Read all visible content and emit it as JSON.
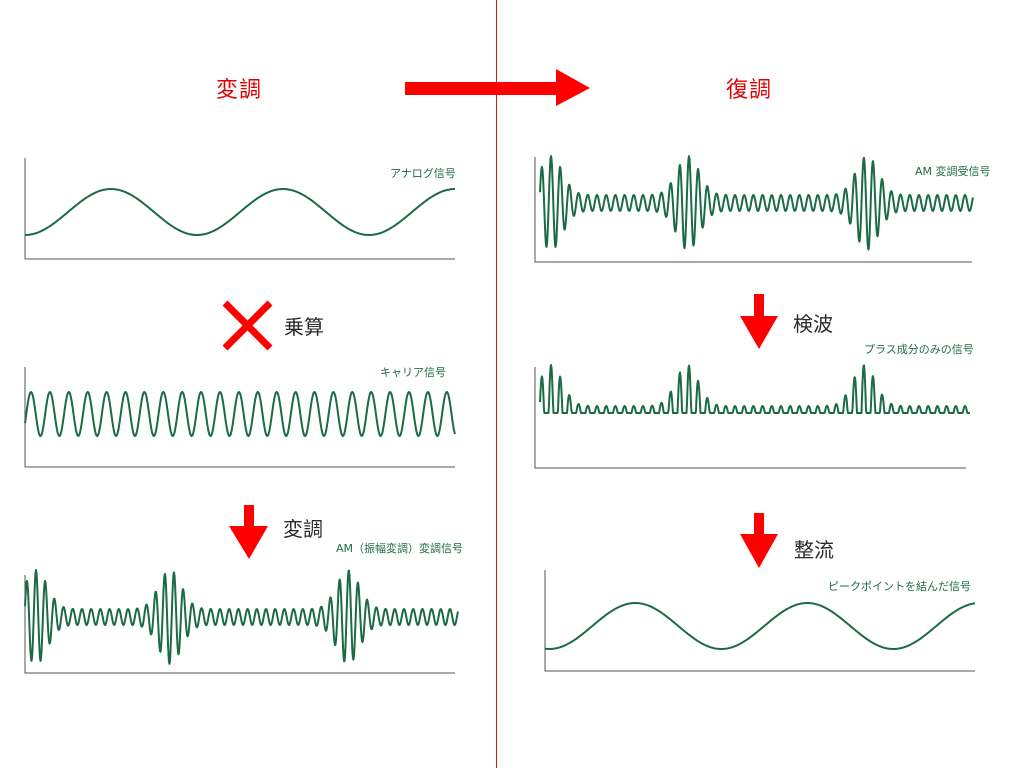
{
  "headings": {
    "modulation": "変調",
    "demodulation": "復調"
  },
  "steps": {
    "multiply": "乗算",
    "modulate": "変調",
    "detect": "検波",
    "rectify": "整流"
  },
  "signals": {
    "analog": "アナログ信号",
    "carrier": "キャリア信号",
    "am_modulated": "AM（振幅変調）変調信号",
    "am_received": "AM 変調受信号",
    "positive_only": "プラス成分のみの信号",
    "peak_connected": "ピークポイントを結んだ信号"
  },
  "icons": {
    "multiply": "multiply-cross-icon",
    "process": "arrow-right-icon",
    "step": "arrow-down-icon"
  },
  "colors": {
    "accent": "#ff0000",
    "wave": "#1b6b45",
    "axis": "#555555",
    "divider": "#d81b1b"
  }
}
